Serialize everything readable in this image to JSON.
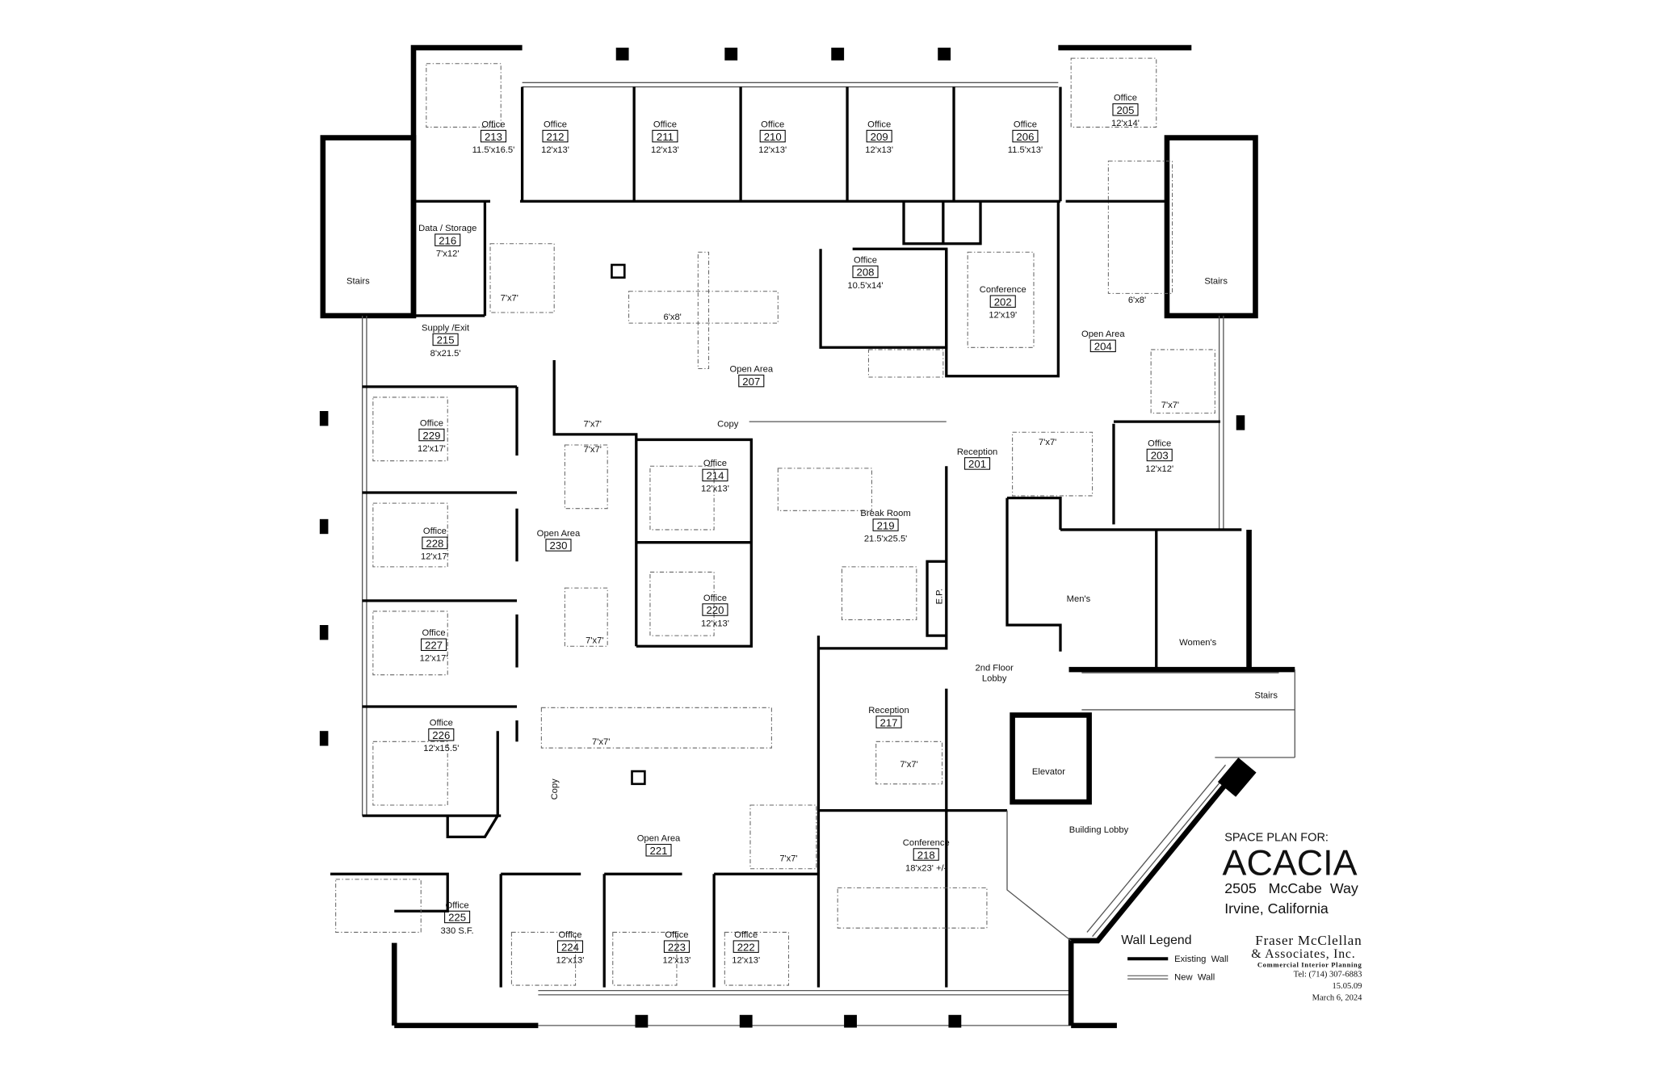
{
  "rooms": [
    {
      "name": "Office",
      "number": "213",
      "size": "11.5'x16.5'"
    },
    {
      "name": "Office",
      "number": "212",
      "size": "12'x13'"
    },
    {
      "name": "Office",
      "number": "211",
      "size": "12'x13'"
    },
    {
      "name": "Office",
      "number": "210",
      "size": "12'x13'"
    },
    {
      "name": "Office",
      "number": "209",
      "size": "12'x13'"
    },
    {
      "name": "Office",
      "number": "206",
      "size": "11.5'x13'"
    },
    {
      "name": "Office",
      "number": "205",
      "size": "12'x14'"
    },
    {
      "name": "Data / Storage",
      "number": "216",
      "size": "7'x12'"
    },
    {
      "name": "Supply /Exit",
      "number": "215",
      "size": "8'x21.5'"
    },
    {
      "name": "Office",
      "number": "208",
      "size": "10.5'x14'"
    },
    {
      "name": "Conference",
      "number": "202",
      "size": "12'x19'"
    },
    {
      "name": "Open Area",
      "number": "204",
      "size": ""
    },
    {
      "name": "Open Area",
      "number": "207",
      "size": ""
    },
    {
      "name": "Office",
      "number": "229",
      "size": "12'x17'"
    },
    {
      "name": "Office",
      "number": "228",
      "size": "12'x17'"
    },
    {
      "name": "Office",
      "number": "227",
      "size": "12'x17'"
    },
    {
      "name": "Office",
      "number": "226",
      "size": "12'x15.5'"
    },
    {
      "name": "Open Area",
      "number": "230",
      "size": ""
    },
    {
      "name": "Office",
      "number": "214",
      "size": "12'x13'"
    },
    {
      "name": "Office",
      "number": "220",
      "size": "12'x13'"
    },
    {
      "name": "Break Room",
      "number": "219",
      "size": "21.5'x25.5'"
    },
    {
      "name": "Reception",
      "number": "201",
      "size": ""
    },
    {
      "name": "Office",
      "number": "203",
      "size": "12'x12'"
    },
    {
      "name": "Reception",
      "number": "217",
      "size": ""
    },
    {
      "name": "Open Area",
      "number": "221",
      "size": ""
    },
    {
      "name": "Conference",
      "number": "218",
      "size": "18'x23' +/-"
    },
    {
      "name": "Office",
      "number": "225",
      "size": "330 S.F."
    },
    {
      "name": "Office",
      "number": "224",
      "size": "12'x13'"
    },
    {
      "name": "Office",
      "number": "223",
      "size": "12'x13'"
    },
    {
      "name": "Office",
      "number": "222",
      "size": "12'x13'"
    }
  ],
  "areas": [
    "Stairs",
    "Stairs",
    "Men's",
    "Women's",
    "2nd Floor Lobby",
    "Elevator",
    "Stairs",
    "Building Lobby"
  ],
  "furniture_labels": [
    "7'x7'",
    "7'x7'",
    "7'x7'",
    "7'x7'",
    "7'x7'",
    "7'x7'",
    "7'x7'",
    "7'x7'",
    "7'x7'",
    "6'x8'",
    "6'x8'",
    "Copy",
    "Copy",
    "E.P."
  ],
  "title_block": {
    "heading": "SPACE PLAN FOR:",
    "client": "ACACIA",
    "address": "2505   McCabe  Way",
    "city": "Irvine, California"
  },
  "legend": {
    "title": "Wall Legend",
    "existing": "Existing  Wall",
    "new": "New  Wall"
  },
  "firm": {
    "name": "Fraser McClellan",
    "name2": "& Associates, Inc.",
    "tagline": "Commercial Interior Planning",
    "tel": "Tel:  (714) 307-6883",
    "code": "15.05.09",
    "date": "March 6, 2024"
  }
}
